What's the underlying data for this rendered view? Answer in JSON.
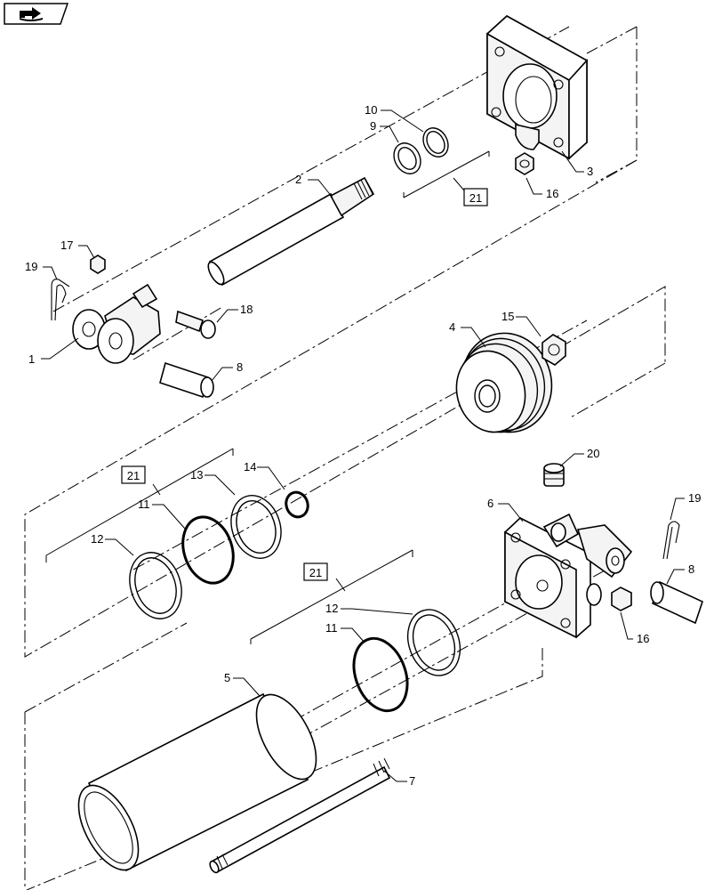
{
  "labels": {
    "p1": "1",
    "p2": "2",
    "p3": "3",
    "p4": "4",
    "p5": "5",
    "p6": "6",
    "p7": "7",
    "p8a": "8",
    "p8b": "8",
    "p9": "9",
    "p10": "10",
    "p11a": "11",
    "p11b": "11",
    "p12a": "12",
    "p12b": "12",
    "p13": "13",
    "p14": "14",
    "p15": "15",
    "p16a": "16",
    "p16b": "16",
    "p17": "17",
    "p18": "18",
    "p19a": "19",
    "p19b": "19",
    "p20": "20"
  },
  "kits": {
    "k1": "21",
    "k2": "21",
    "k3": "21"
  },
  "icons": {
    "corner": "book-arrow-icon"
  }
}
